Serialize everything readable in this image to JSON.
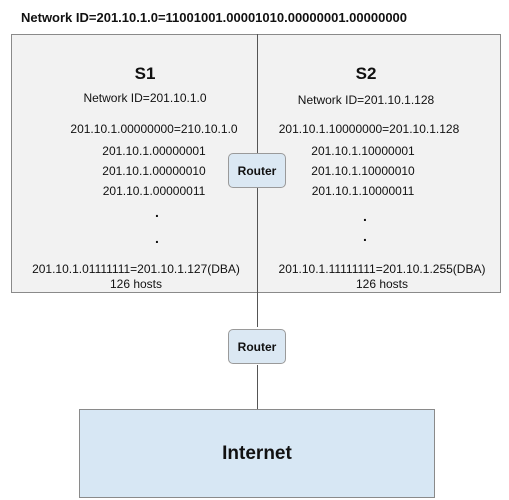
{
  "title": "Network ID=201.10.1.0=11001001.00001010.00000001.00000000",
  "s1": {
    "name": "S1",
    "network_id": "Network ID=201.10.1.0",
    "addresses": [
      "201.10.1.00000000=210.10.1.0",
      "201.10.1.00000001",
      "201.10.1.00000010",
      "201.10.1.00000011"
    ],
    "dots": [
      ".",
      "."
    ],
    "dba": "201.10.1.01111111=201.10.1.127(DBA)",
    "hosts": "126 hosts"
  },
  "s2": {
    "name": "S2",
    "network_id": "Network ID=201.10.1.128",
    "addresses": [
      "201.10.1.10000000=201.10.1.128",
      "201.10.1.10000001",
      "201.10.1.10000010",
      "201.10.1.10000011"
    ],
    "dots": [
      ".",
      "."
    ],
    "dba": "201.10.1.11111111=201.10.1.255(DBA)",
    "hosts": "126 hosts"
  },
  "router_top": "Router",
  "router_bottom": "Router",
  "internet": "Internet"
}
